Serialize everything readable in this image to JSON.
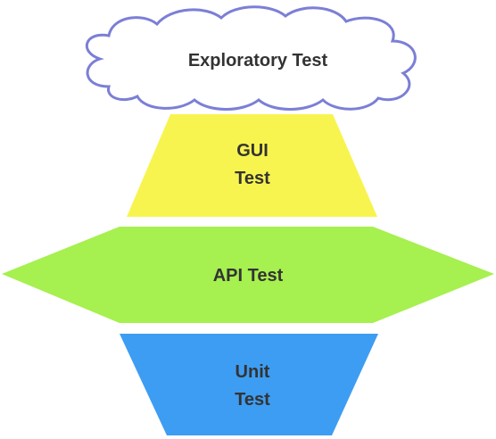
{
  "layers": {
    "exploratory": {
      "label": "Exploratory Test",
      "fill": "#ffffff",
      "stroke": "#7b7fd6"
    },
    "gui": {
      "line1": "GUI",
      "line2": "Test",
      "fill": "#f8f44f"
    },
    "api": {
      "label": "API Test",
      "fill": "#a6f04f"
    },
    "unit": {
      "line1": "Unit",
      "line2": "Test",
      "fill": "#3d9df2"
    }
  },
  "text_color": "#333333"
}
